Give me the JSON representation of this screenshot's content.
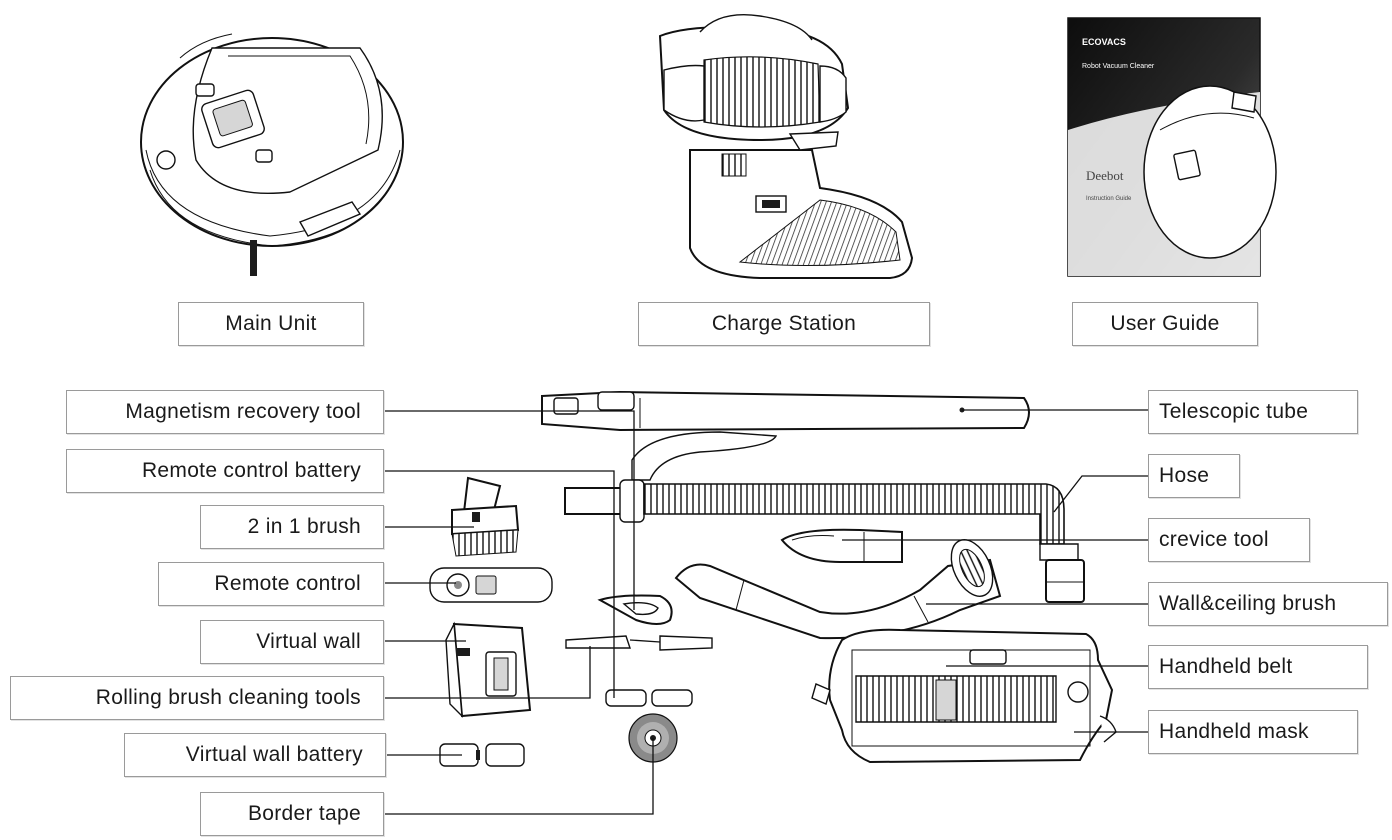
{
  "labels": {
    "main_unit": "Main Unit",
    "charge_station": "Charge Station",
    "user_guide": "User Guide",
    "magnetism_recovery_tool": "Magnetism recovery tool",
    "remote_control_battery": "Remote control battery",
    "two_in_one_brush": "2 in 1 brush",
    "remote_control": "Remote control",
    "virtual_wall": "Virtual wall",
    "rolling_brush_cleaning_tools": "Rolling brush cleaning tools",
    "virtual_wall_battery": "Virtual wall battery",
    "border_tape": "Border tape",
    "telescopic_tube": "Telescopic tube",
    "hose": "Hose",
    "crevice_tool": "crevice tool",
    "wall_ceiling_brush": "Wall&ceiling brush",
    "handheld_belt": "Handheld belt",
    "handheld_mask": "Handheld mask"
  },
  "user_guide_cover": {
    "brand": "ECOVACS",
    "subtitle": "Robot Vacuum Cleaner",
    "model": "Deebot",
    "doc_title": "Instruction Guide"
  },
  "colors": {
    "cover_dark": "#1e1e1e",
    "label_border": "#9a9a9a",
    "line": "#111111"
  }
}
